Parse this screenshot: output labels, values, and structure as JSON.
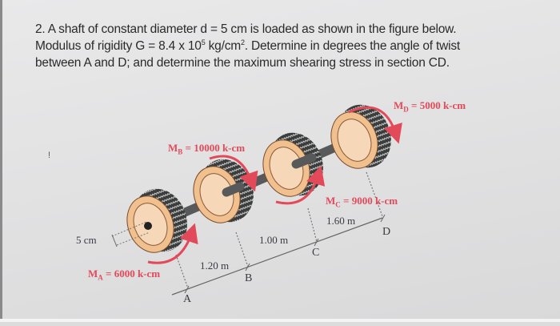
{
  "problem": {
    "line1": "2.  A shaft of constant diameter d = 5 cm is loaded as shown in the figure below.",
    "line2_a": "Modulus of rigidity G = 8.4 x 10",
    "line2_exp": "5",
    "line2_b": " kg/cm",
    "line2_sq": "2",
    "line2_c": ". Determine in degrees the angle of twist",
    "line3": "between A and D; and determine the maximum shearing stress in section CD."
  },
  "figure": {
    "moments": {
      "MA": {
        "symbol": "M",
        "sub": "A",
        "text": " = 6000 k-cm"
      },
      "MB": {
        "symbol": "M",
        "sub": "B",
        "text": " = 10000 k-cm"
      },
      "MC": {
        "symbol": "M",
        "sub": "C",
        "text": " = 9000 k-cm"
      },
      "MD": {
        "symbol": "M",
        "sub": "D",
        "text": " = 5000 k-cm"
      }
    },
    "dimensions": {
      "diameter": "5 cm",
      "AB": "1.20 m",
      "BC": "1.00 m",
      "CD": "1.60 m"
    },
    "points": {
      "A": "A",
      "B": "B",
      "C": "C",
      "D": "D"
    },
    "stray_mark": "!"
  },
  "colors": {
    "moment_red": "#e24a5a",
    "tire": "#3b3d3d",
    "rim": "#f0c08e",
    "shaft": "#58595b"
  }
}
